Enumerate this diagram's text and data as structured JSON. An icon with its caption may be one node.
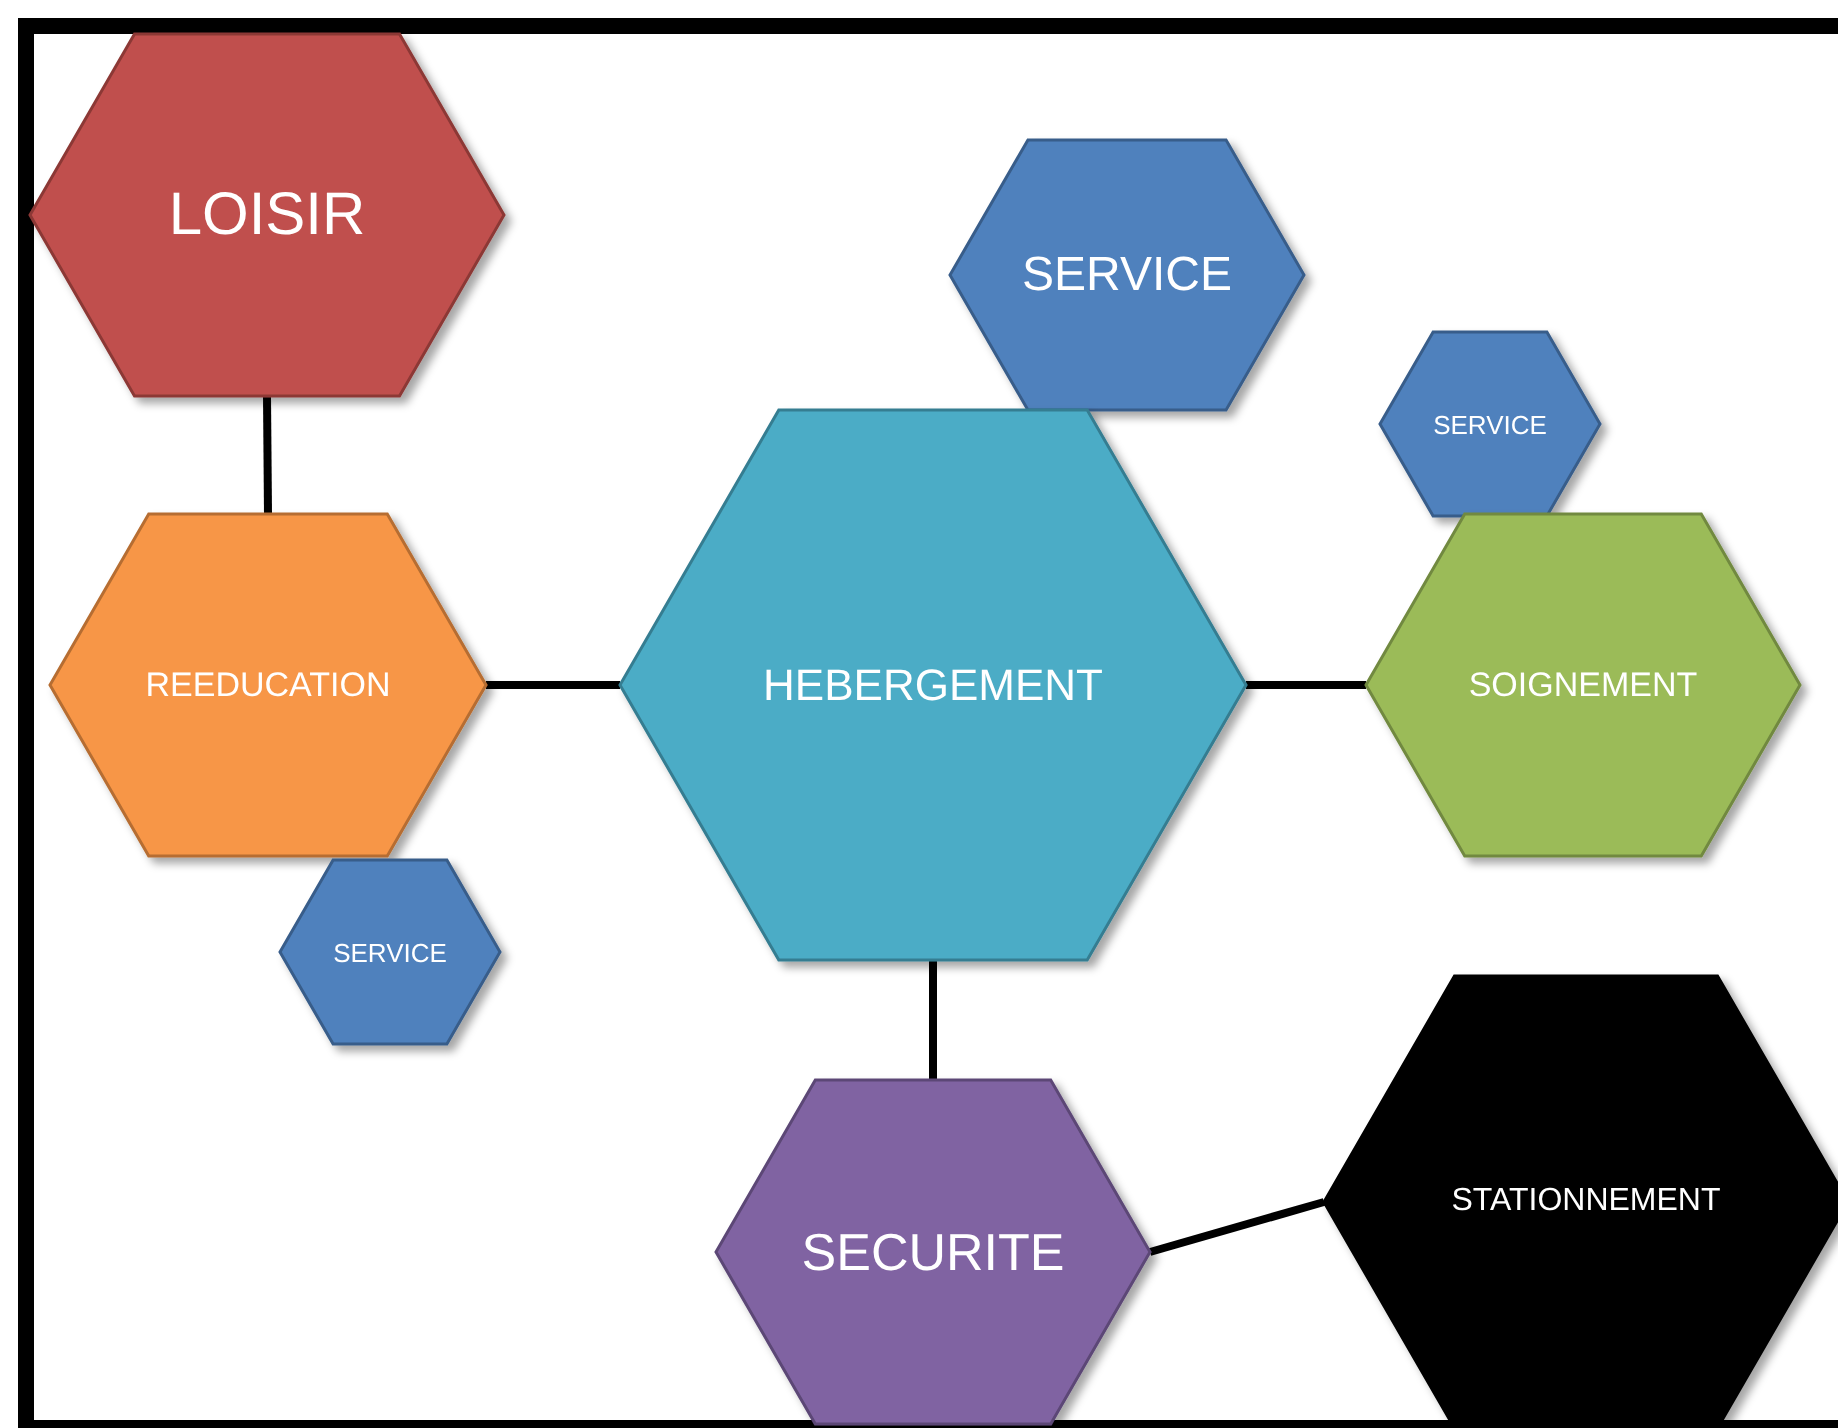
{
  "diagram": {
    "nodes": [
      {
        "text": [
          "LOISIR"
        ]
      },
      {
        "text": [
          "SERVICE"
        ]
      },
      {
        "text": [
          "SERVICE"
        ]
      },
      {
        "text": [
          "REEDUCATION"
        ]
      },
      {
        "text": [
          "HEBERGEMENT"
        ]
      },
      {
        "text": [
          "SOIGNEMENT"
        ]
      },
      {
        "text": [
          "SERVICE"
        ]
      },
      {
        "text": [
          "SECURITE"
        ]
      },
      {
        "text": [
          "STATIONNEMENT"
        ]
      }
    ],
    "edges": [
      {
        "from": 0,
        "to": 3,
        "arrow": "none"
      },
      {
        "from": 3,
        "to": 4,
        "arrow": "none"
      },
      {
        "from": 4,
        "to": 5,
        "arrow": "none"
      },
      {
        "from": 4,
        "to": 7,
        "arrow": "none"
      },
      {
        "from": 7,
        "to": 8,
        "arrow": "none"
      }
    ]
  }
}
